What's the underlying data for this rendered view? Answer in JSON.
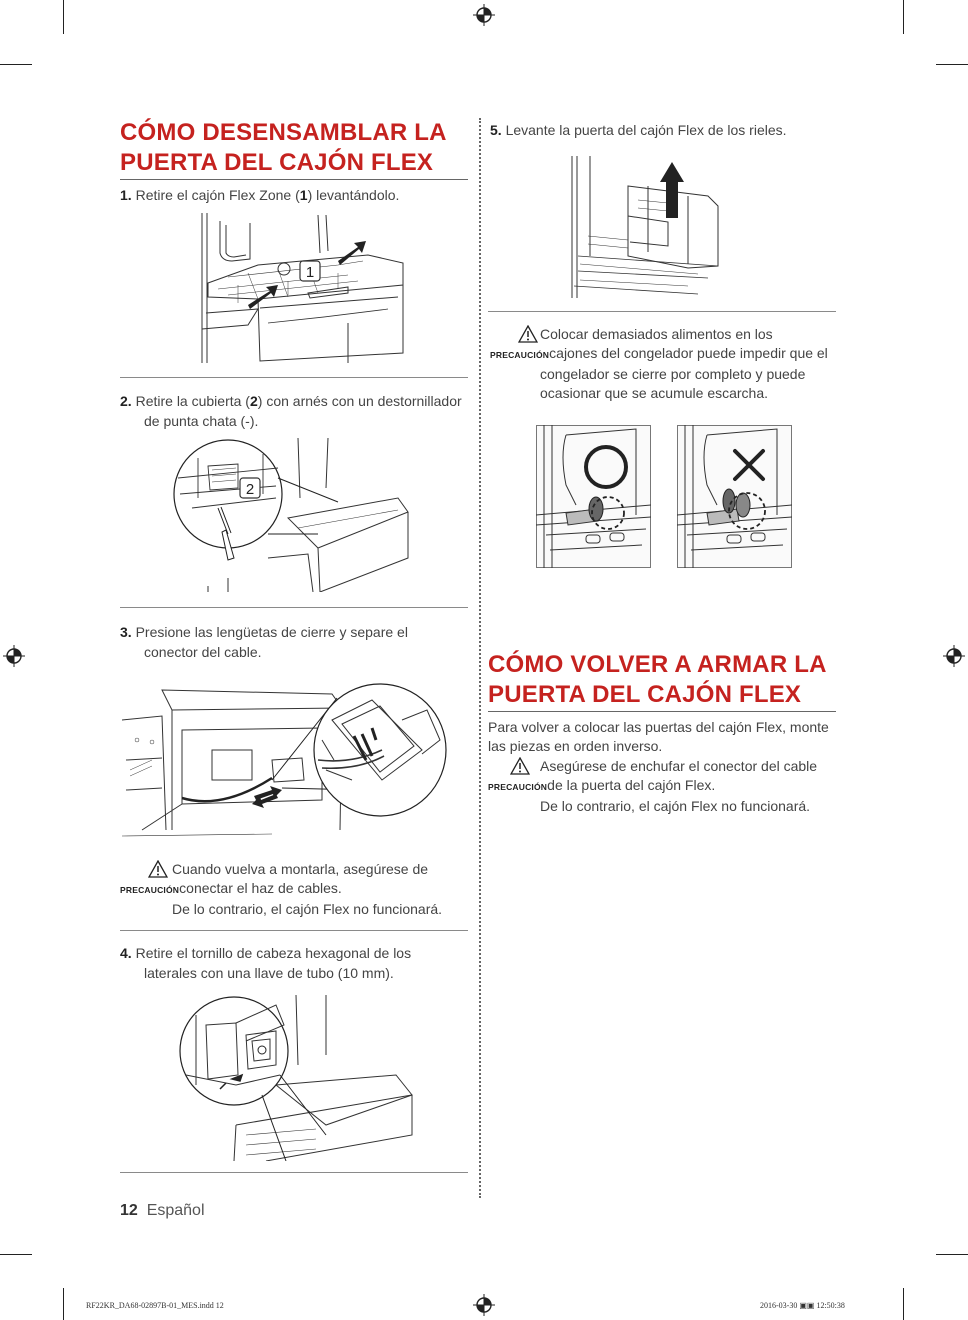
{
  "left": {
    "title_line1": "CÓMO DESENSAMBLAR LA",
    "title_line2": "PUERTA DEL CAJÓN FLEX",
    "step1": {
      "num": "1.",
      "pre": "Retire el cajón Flex Zone (",
      "bold": "1",
      "post": ") levantándolo."
    },
    "step2": {
      "num": "2.",
      "pre": "Retire la cubierta (",
      "bold": "2",
      "post": ") con arnés con un destornillador",
      "line2": "de punta chata (-)."
    },
    "step3": {
      "num": "3.",
      "line1": "Presione las lengüetas de cierre y separe el",
      "line2": "conector del cable."
    },
    "caution1": {
      "label": "PRECAUCIÓN",
      "line1": "Cuando vuelva a montarla, asegúrese de",
      "line2": "conectar el haz de cables.",
      "line3": "De lo contrario, el cajón Flex no funcionará."
    },
    "step4": {
      "num": "4.",
      "line1": "Retire el tornillo de cabeza hexagonal de los",
      "line2": "laterales con una llave de tubo (10 mm)."
    },
    "callout1": "1",
    "callout2": "2"
  },
  "right": {
    "step5": {
      "num": "5.",
      "text": "Levante la puerta del cajón Flex de los rieles."
    },
    "caution2": {
      "label": "PRECAUCIÓN",
      "line1": "Colocar demasiados alimentos en los",
      "line2": "cajones del congelador puede impedir que el",
      "line3": "congelador se cierre por completo y puede",
      "line4": "ocasionar que se acumule escarcha."
    },
    "title_line1": "CÓMO VOLVER A ARMAR LA",
    "title_line2": "PUERTA DEL CAJÓN FLEX",
    "intro_line1": "Para volver a colocar las puertas del cajón Flex, monte",
    "intro_line2": "las piezas en orden inverso.",
    "caution3": {
      "label": "PRECAUCIÓN",
      "line1": "Asegúrese de enchufar el conector del cable",
      "line2": "de la puerta del cajón Flex.",
      "line3": "De lo contrario, el cajón Flex no funcionará."
    }
  },
  "footer": {
    "page_number": "12",
    "language": "Español",
    "slug_left": "RF22KR_DA68-02897B-01_MES.indd   12",
    "slug_right": "2016-03-30   ▣▣ 12:50:38"
  },
  "colors": {
    "title": "#c5221f",
    "text": "#444444",
    "arrow": "#222222"
  },
  "icons": [
    "caution-triangle-icon",
    "registration-mark-icon",
    "up-arrow-icon",
    "check-circle-icon",
    "cross-icon"
  ]
}
